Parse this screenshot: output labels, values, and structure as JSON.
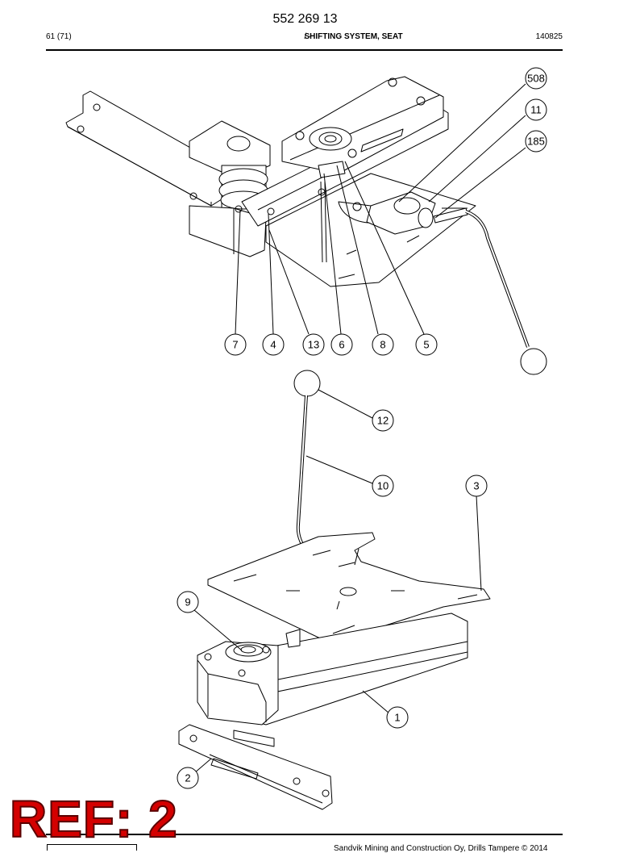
{
  "header": {
    "document_number": "552 269 13",
    "page_count": "61 (71)",
    "section_title": "SHIFTING SYSTEM, SEAT",
    "section_suffix": " / -",
    "date": "140825"
  },
  "upper_assembly": {
    "callouts": [
      "508",
      "11",
      "185",
      "7",
      "4",
      "13",
      "6",
      "8",
      "5"
    ]
  },
  "lower_assembly": {
    "callouts": [
      "12",
      "10",
      "3",
      "9",
      "1",
      "2"
    ]
  },
  "stamp": {
    "text": "REF: 2",
    "color": "#d40000"
  },
  "footer": {
    "copyright": "Sandvik Mining and Construction Oy, Drills Tampere © 2014"
  }
}
